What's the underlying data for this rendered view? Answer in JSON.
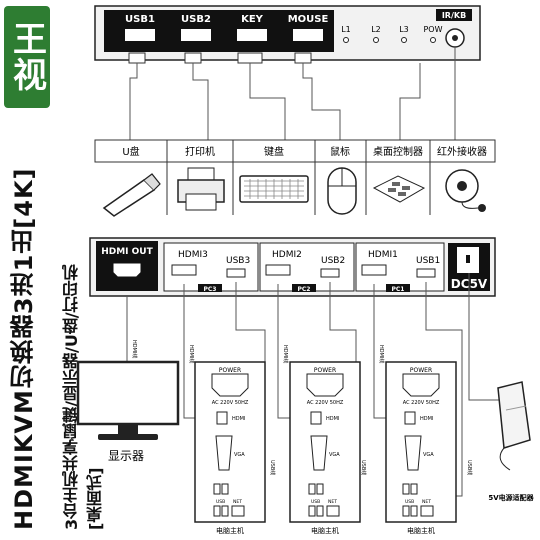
{
  "brand": "王视",
  "title": "HDMIKVM切换器3进1出[4K]",
  "subtitle_line1": "3台主机共享鼠键/显示器/U盘/打印机",
  "subtitle_line2": "[桌面式]",
  "front_panel": {
    "ports": [
      "USB1",
      "USB2",
      "KEY",
      "MOUSE"
    ],
    "leds": [
      "L1",
      "L2",
      "L3",
      "POW"
    ],
    "irkb": "IR/KB"
  },
  "devices": [
    "U盘",
    "打印机",
    "键盘",
    "鼠标",
    "桌面控制器",
    "红外接收器"
  ],
  "back_panel": {
    "hdmi_out": "HDMI OUT",
    "pcs": [
      {
        "hdmi": "HDMI3",
        "usb": "USB3",
        "tag": "PC3"
      },
      {
        "hdmi": "HDMI2",
        "usb": "USB2",
        "tag": "PC2"
      },
      {
        "hdmi": "HDMI1",
        "usb": "USB1",
        "tag": "PC1"
      }
    ],
    "dc": "DC5V"
  },
  "cables": {
    "hdmi": "HDMI线",
    "usb": "USB线"
  },
  "monitor_label": "显示器",
  "host": {
    "power": "POWER",
    "ac": "AC 220V 50HZ",
    "hdmi": "HDMI",
    "vga": "VGA",
    "usb": "USB",
    "net": "NET",
    "label": "电脑主机"
  },
  "adapter_label": "5V电源适配器"
}
